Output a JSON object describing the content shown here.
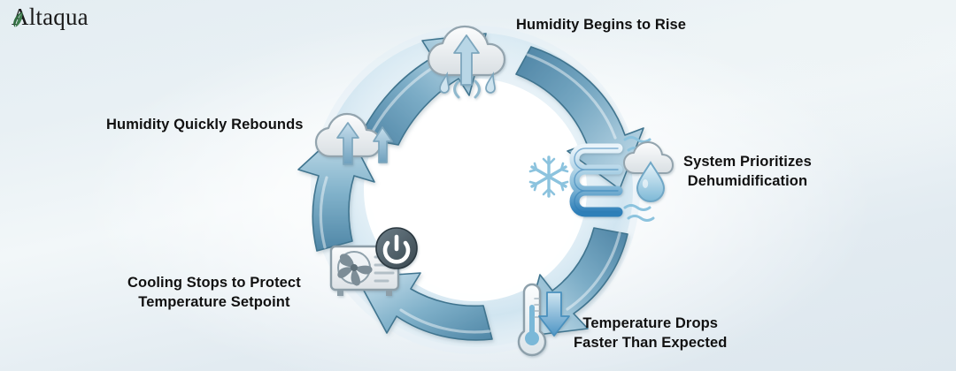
{
  "brand": {
    "name": "Altaqua",
    "leaf_icon": "leaf-icon",
    "leaf_color": "#2f6b3f",
    "text_color": "#1a1a1a"
  },
  "diagram": {
    "type": "cycle",
    "direction": "clockwise",
    "ring_color": "#dbeaf2",
    "arrow_color_dark": "#5a8ead",
    "arrow_color_light": "#bcd9e8",
    "arrow_outline": "#3c6e8c",
    "background_top": "#e4edf2",
    "background_bottom": "#dde7ee",
    "nodes": [
      {
        "id": "humidity-rise",
        "label": "Humidity Begins to Rise",
        "icon": "cloud-rain-up-arrow-icon",
        "position": "top"
      },
      {
        "id": "system-dehumidification",
        "label": "System Prioritizes\nDehumidification",
        "icon": "coil-snowflake-droplet-icon",
        "position": "right"
      },
      {
        "id": "temperature-drop",
        "label": "Temperature Drops\nFaster Than Expected",
        "icon": "thermometer-down-arrow-icon",
        "position": "bottom-right"
      },
      {
        "id": "cooling-stops",
        "label": "Cooling Stops to Protect\nTemperature Setpoint",
        "icon": "ac-unit-power-icon",
        "position": "bottom-left"
      },
      {
        "id": "humidity-rebounds",
        "label": "Humidity Quickly Rebounds",
        "icon": "cloud-up-arrows-icon",
        "position": "left"
      }
    ]
  }
}
